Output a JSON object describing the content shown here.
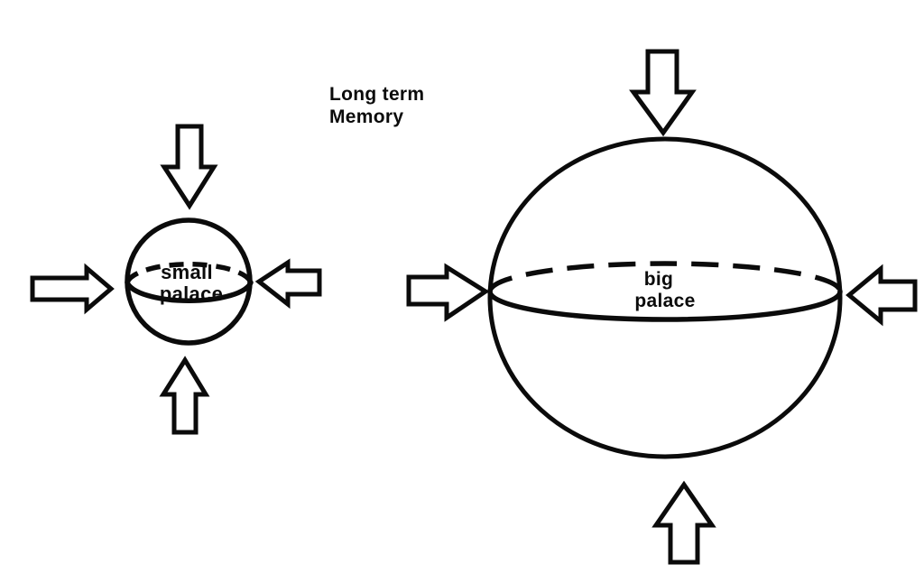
{
  "page": {
    "background": "#ffffff",
    "ink": "#0b0b0b"
  },
  "title": {
    "line1": "Long term",
    "line2": "Memory"
  },
  "small_sphere": {
    "label_line1": "small",
    "label_line2": "palace"
  },
  "big_sphere": {
    "label_line1": "big",
    "label_line2": "palace"
  },
  "icons": {
    "small_top": "down-block-arrow",
    "small_left": "right-block-arrow",
    "small_right": "left-block-arrow",
    "small_bottom": "up-block-arrow",
    "big_top": "down-block-arrow",
    "big_left": "right-block-arrow",
    "big_right": "left-block-arrow",
    "big_bottom": "up-block-arrow"
  }
}
